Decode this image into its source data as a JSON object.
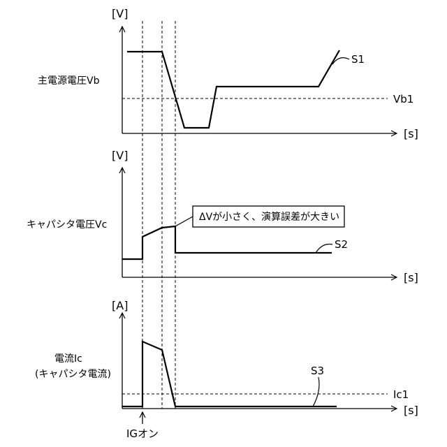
{
  "chart_data": [
    {
      "type": "line",
      "ylabel": "主電源電圧Vb",
      "y_unit": "[V]",
      "x_unit": "[s]",
      "series": [
        {
          "name": "S1"
        }
      ],
      "threshold": {
        "label": "Vb1"
      }
    },
    {
      "type": "line",
      "ylabel": "キャパシタ電圧Vc",
      "y_unit": "[V]",
      "x_unit": "[s]",
      "series": [
        {
          "name": "S2"
        }
      ],
      "annotation": "ΔVが小さく、演算誤差が大きい"
    },
    {
      "type": "line",
      "ylabel_line1": "電流Ic",
      "ylabel_line2": "(キャパシタ電流)",
      "y_unit": "[A]",
      "x_unit": "[s]",
      "series": [
        {
          "name": "S3"
        }
      ],
      "threshold": {
        "label": "Ic1"
      }
    }
  ],
  "event_marker": {
    "label": "IGオン"
  }
}
